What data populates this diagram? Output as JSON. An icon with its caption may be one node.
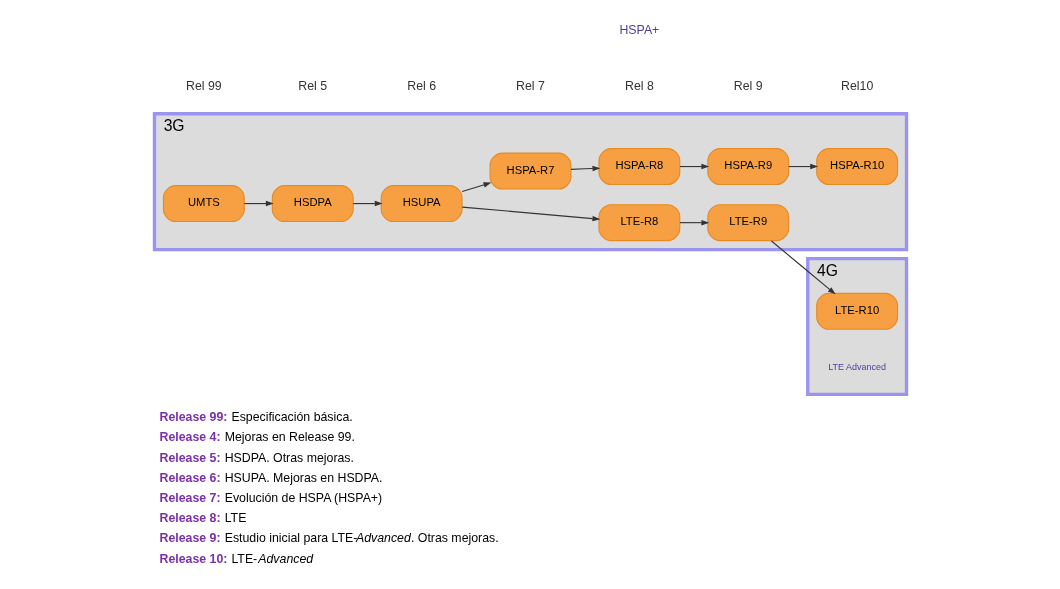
{
  "diagram": {
    "nodes": [
      {
        "text": [
          "3G"
        ]
      },
      {
        "text": [
          "UMTS"
        ],
        "in": 0
      },
      {
        "text": [
          "HSDPA"
        ],
        "in": 0
      },
      {
        "text": [
          "HSUPA"
        ],
        "in": 0
      },
      {
        "text": [
          "HSPA-R7"
        ],
        "in": 0
      },
      {
        "text": [
          "HSPA-R8"
        ],
        "in": 0
      },
      {
        "text": [
          "HSPA-R9"
        ],
        "in": 0
      },
      {
        "text": [
          "HSPA-R10"
        ],
        "in": 0
      },
      {
        "text": [
          "LTE-R8"
        ],
        "in": 0
      },
      {
        "text": [
          "LTE-R9"
        ],
        "in": 0
      },
      {
        "text": [
          "4G"
        ]
      },
      {
        "text": [
          "LTE-R10"
        ],
        "in": 10,
        "beside": [
          "LTE Advanced"
        ]
      }
    ],
    "edges": [
      {
        "from": 1,
        "to": 2,
        "arrow": "to"
      },
      {
        "from": 2,
        "to": 3,
        "arrow": "to"
      },
      {
        "from": 3,
        "to": 4,
        "arrow": "to"
      },
      {
        "from": 4,
        "to": 5,
        "arrow": "to"
      },
      {
        "from": 5,
        "to": 6,
        "arrow": "to"
      },
      {
        "from": 6,
        "to": 7,
        "arrow": "to"
      },
      {
        "from": 3,
        "to": 8,
        "arrow": "to"
      },
      {
        "from": 8,
        "to": 9,
        "arrow": "to"
      },
      {
        "from": 9,
        "to": 11,
        "arrow": "to"
      }
    ],
    "labels": [
      "Rel 99",
      "Rel 5",
      "Rel 6",
      "Rel 7",
      "Rel 8",
      "Rel 9",
      "Rel10",
      "HSPA+",
      "**Release 99:** Especificación básica.",
      "**Release 4:** Mejoras en Release 99.",
      "**Release 5:** HSDPA. Otras mejoras.",
      "**Release 6:** HSUPA. Mejoras en HSDPA.",
      "**Release 7:** Evolución de HSPA (HSPA+)",
      "**Release 8:** LTE",
      "**Release 9:** Estudio inicial para LTE-*Advanced*. Otras mejoras.",
      "**Release 10:** LTE-*Advanced*"
    ]
  }
}
